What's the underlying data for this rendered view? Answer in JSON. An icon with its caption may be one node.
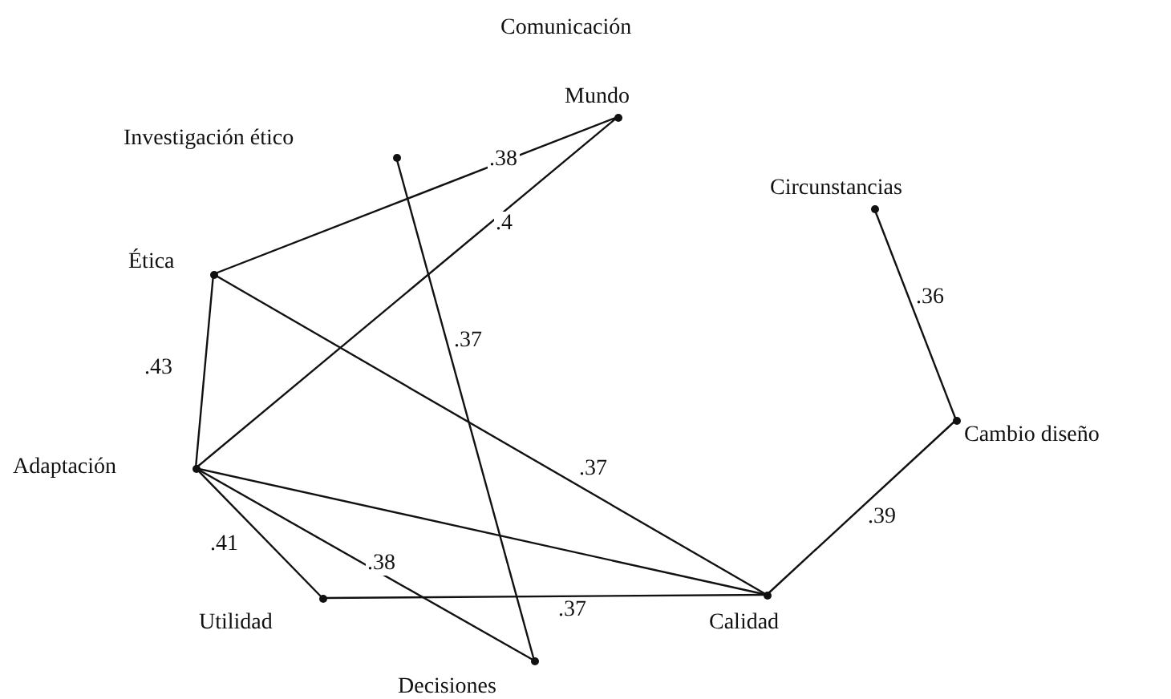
{
  "diagram": {
    "nodes": [
      {
        "text": [
          "Comunicación"
        ]
      },
      {
        "text": [
          "Mundo"
        ]
      },
      {
        "text": [
          "Investigación ético"
        ]
      },
      {
        "text": [
          "Circunstancias"
        ]
      },
      {
        "text": [
          "Ética"
        ]
      },
      {
        "text": [
          "Cambio diseño"
        ]
      },
      {
        "text": [
          "Adaptación"
        ]
      },
      {
        "text": [
          "Utilidad"
        ]
      },
      {
        "text": [
          "Calidad"
        ]
      },
      {
        "text": [
          "Decisiones"
        ]
      }
    ],
    "edges": [
      {
        "from": 4,
        "to": 1,
        "arrow": "none",
        "label": ".38"
      },
      {
        "from": 6,
        "to": 1,
        "arrow": "none",
        "label": ".4"
      },
      {
        "from": 2,
        "to": 9,
        "arrow": "none",
        "label": ".37"
      },
      {
        "from": 3,
        "to": 5,
        "arrow": "none",
        "label": ".36"
      },
      {
        "from": 4,
        "to": 6,
        "arrow": "none",
        "label": ".43"
      },
      {
        "from": 4,
        "to": 8,
        "arrow": "none",
        "label": ".37"
      },
      {
        "from": 5,
        "to": 8,
        "arrow": "none",
        "label": ".39"
      },
      {
        "from": 6,
        "to": 8,
        "arrow": "none"
      },
      {
        "from": 6,
        "to": 7,
        "arrow": "none",
        "label": ".41"
      },
      {
        "from": 6,
        "to": 9,
        "arrow": "none",
        "label": ".38"
      },
      {
        "from": 7,
        "to": 8,
        "arrow": "none",
        "label": ".37"
      }
    ]
  }
}
